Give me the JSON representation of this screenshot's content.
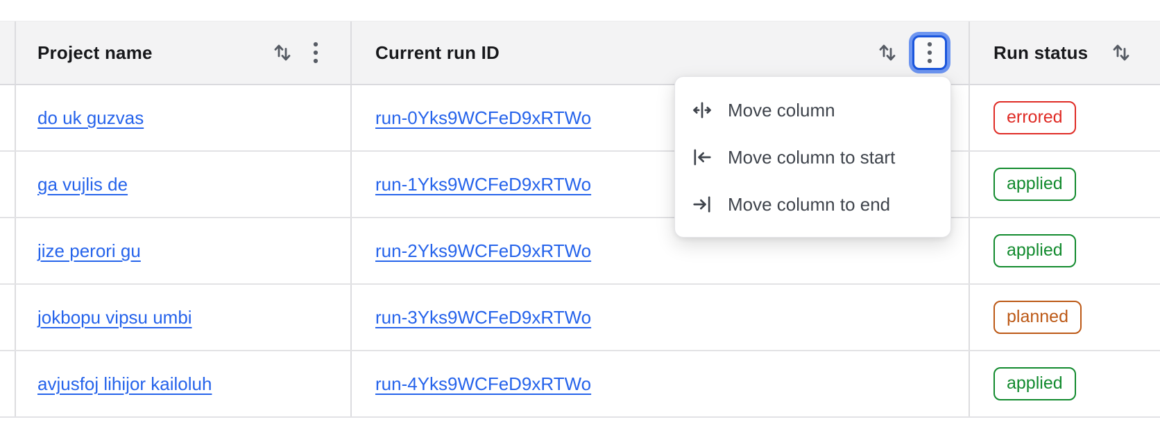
{
  "table": {
    "columns": [
      {
        "label": "Project name"
      },
      {
        "label": "Current run ID"
      },
      {
        "label": "Run status"
      }
    ],
    "rows": [
      {
        "project": "do uk guzvas",
        "run_id": "run-0Yks9WCFeD9xRTWo",
        "status": "errored"
      },
      {
        "project": "ga vujlis de",
        "run_id": "run-1Yks9WCFeD9xRTWo",
        "status": "applied"
      },
      {
        "project": "jize perori gu",
        "run_id": "run-2Yks9WCFeD9xRTWo",
        "status": "applied"
      },
      {
        "project": "jokbopu vipsu umbi",
        "run_id": "run-3Yks9WCFeD9xRTWo",
        "status": "planned"
      },
      {
        "project": "avjusfoj lihijor kailoluh",
        "run_id": "run-4Yks9WCFeD9xRTWo",
        "status": "applied"
      }
    ]
  },
  "menu": {
    "items": [
      {
        "icon": "move-column-icon",
        "label": "Move column"
      },
      {
        "icon": "move-column-to-start-icon",
        "label": "Move column to start"
      },
      {
        "icon": "move-column-to-end-icon",
        "label": "Move column to end"
      }
    ]
  },
  "colors": {
    "link": "#2563eb",
    "status_errored": "#df2a24",
    "status_applied": "#118a2d",
    "status_planned": "#bc5815",
    "focus_ring": "#6d95f0",
    "active_border": "#1a55dc"
  }
}
